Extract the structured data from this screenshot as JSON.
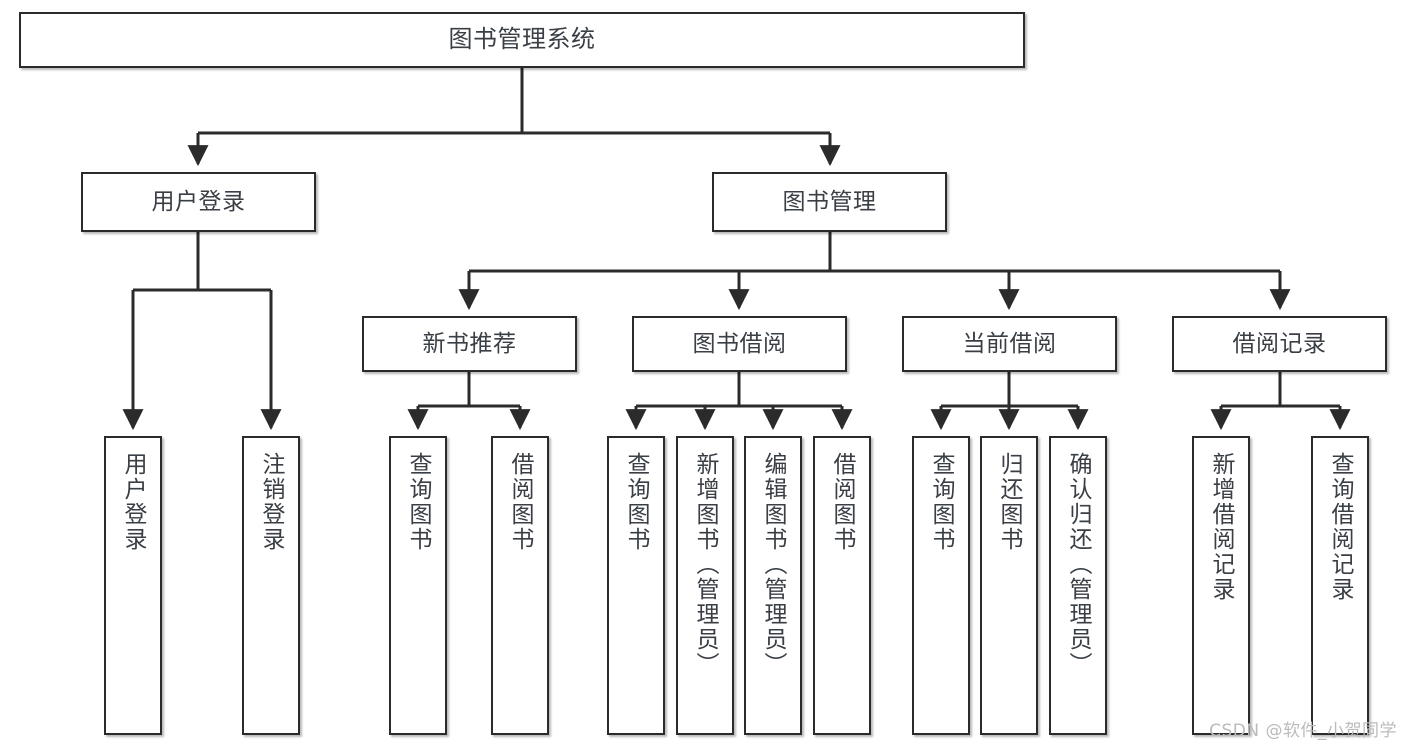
{
  "diagram": {
    "title": "图书管理系统",
    "type": "tree-hierarchy-chart",
    "watermark": "CSDN @软件_小贺同学",
    "colors": {
      "border": "#2b2b2b",
      "text": "#3a3f45",
      "background": "#ffffff",
      "watermark": "#b9bbbd"
    },
    "root": {
      "label": "图书管理系统"
    },
    "level2": [
      {
        "label": "用户登录"
      },
      {
        "label": "图书管理"
      }
    ],
    "level3": [
      {
        "label": "新书推荐"
      },
      {
        "label": "图书借阅"
      },
      {
        "label": "当前借阅"
      },
      {
        "label": "借阅记录"
      }
    ],
    "leaves": {
      "user_login": [
        {
          "label": "用户登录"
        },
        {
          "label": "注销登录"
        }
      ],
      "new_book_recommend": [
        {
          "label": "查询图书"
        },
        {
          "label": "借阅图书"
        }
      ],
      "book_borrow": [
        {
          "label": "查询图书"
        },
        {
          "label": "新增图书（管理员）"
        },
        {
          "label": "编辑图书（管理员）"
        },
        {
          "label": "借阅图书"
        }
      ],
      "current_borrow": [
        {
          "label": "查询图书"
        },
        {
          "label": "归还图书"
        },
        {
          "label": "确认归还（管理员）"
        }
      ],
      "borrow_record": [
        {
          "label": "新增借阅记录"
        },
        {
          "label": "查询借阅记录"
        }
      ]
    }
  }
}
